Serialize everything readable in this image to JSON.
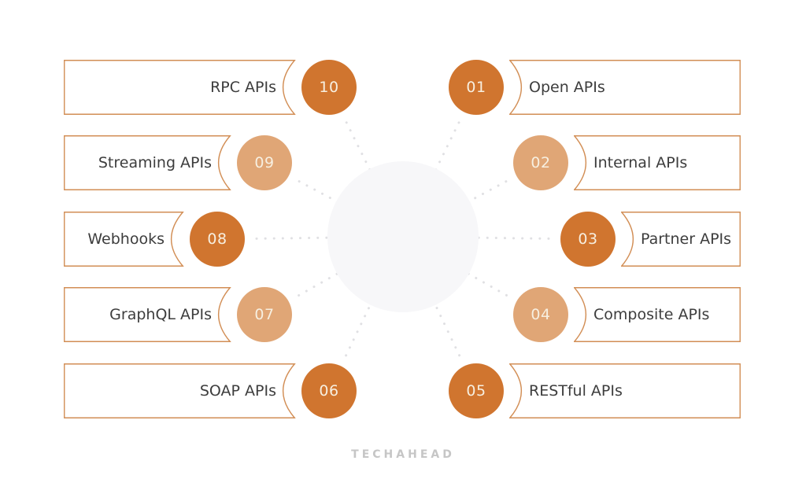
{
  "items": [
    {
      "number": "01",
      "label": "Open APIs",
      "tone": "dark",
      "side": "right"
    },
    {
      "number": "02",
      "label": "Internal APIs",
      "tone": "light",
      "side": "right"
    },
    {
      "number": "03",
      "label": "Partner APIs",
      "tone": "dark",
      "side": "right"
    },
    {
      "number": "04",
      "label": "Composite APIs",
      "tone": "light",
      "side": "right"
    },
    {
      "number": "05",
      "label": "RESTful APIs",
      "tone": "dark",
      "side": "right"
    },
    {
      "number": "06",
      "label": "SOAP APIs",
      "tone": "dark",
      "side": "left"
    },
    {
      "number": "07",
      "label": "GraphQL APIs",
      "tone": "light",
      "side": "left"
    },
    {
      "number": "08",
      "label": "Webhooks",
      "tone": "dark",
      "side": "left"
    },
    {
      "number": "09",
      "label": "Streaming APIs",
      "tone": "light",
      "side": "left"
    },
    {
      "number": "10",
      "label": "RPC APIs",
      "tone": "dark",
      "side": "left"
    }
  ],
  "footer": {
    "logo": "TECHAHEAD"
  },
  "colors": {
    "accent_dark": "#d0752f",
    "accent_light": "#e0a676",
    "plate_border": "#d28e55",
    "label_text": "#3d3d3d",
    "number_text": "#f7efe0",
    "dot": "#e0e0e3",
    "center_fill": "#f7f7f9",
    "logo": "#c6c6c6"
  }
}
